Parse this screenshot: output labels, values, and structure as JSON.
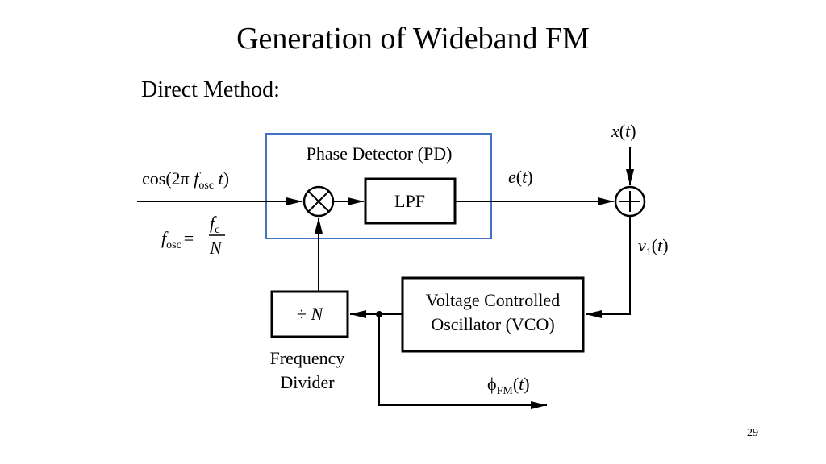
{
  "slide": {
    "title": "Generation of Wideband FM",
    "subtitle": "Direct Method:",
    "page_number": "29"
  },
  "diagram": {
    "pd_label": "Phase Detector (PD)",
    "lpf_label": "LPF",
    "input_signal": {
      "prefix": "cos(2π ",
      "f": "f",
      "sub": "osc",
      "t": "t",
      "suffix": ")"
    },
    "fosc_equation": {
      "f": "f",
      "sub": "osc",
      "equals": "=",
      "numerator_f": "f",
      "numerator_sub": "c",
      "denominator": "N"
    },
    "error_signal": {
      "e": "e",
      "open": "(",
      "t": "t",
      "close": ")"
    },
    "message_signal": {
      "x": "x",
      "open": "(",
      "t": "t",
      "close": ")"
    },
    "vco_input_signal": {
      "v": "v",
      "sub": "1",
      "open": "(",
      "t": "t",
      "close": ")"
    },
    "output_signal": {
      "phi": "ϕ",
      "sub": "FM",
      "open": "(",
      "t": "t",
      "close": ")"
    },
    "multiplier_symbol": "×",
    "summer_symbol": "+",
    "divider_block": {
      "div": "÷ ",
      "n": "N"
    },
    "divider_caption_line1": "Frequency",
    "divider_caption_line2": "Divider",
    "vco_line1": "Voltage Controlled",
    "vco_line2": "Oscillator (VCO)",
    "colors": {
      "pd_box": "#4472c4",
      "lines": "#000000"
    }
  }
}
